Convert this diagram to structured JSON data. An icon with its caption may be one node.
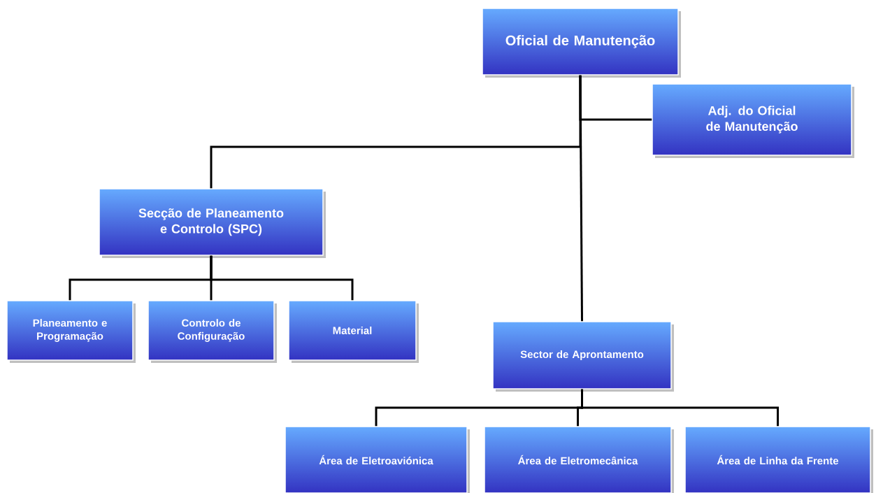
{
  "diagram": {
    "nodes": [
      {
        "text": [
          "Oficial de Manutenção"
        ]
      },
      {
        "text": [
          "Adj. do Oficial de Manutenção"
        ]
      },
      {
        "text": [
          "**Secção de Planeamento e Controlo** (SPC)"
        ]
      },
      {
        "text": [
          "Planeamento e Programação"
        ]
      },
      {
        "text": [
          "Controlo de Configuração"
        ]
      },
      {
        "text": [
          "Material"
        ]
      },
      {
        "text": [
          "Sector de Aprontamento"
        ]
      },
      {
        "text": [
          "Área de Eletroaviónica"
        ]
      },
      {
        "text": [
          "Área de Eletromecânica"
        ]
      },
      {
        "text": [
          "Área de Linha da Frente"
        ]
      }
    ],
    "edges": [
      {
        "from": 0,
        "to": 1,
        "arrow": "none"
      },
      {
        "from": 0,
        "to": 2,
        "arrow": "none"
      },
      {
        "from": 0,
        "to": 6,
        "arrow": "none"
      },
      {
        "from": 2,
        "to": 3,
        "arrow": "none"
      },
      {
        "from": 2,
        "to": 4,
        "arrow": "none"
      },
      {
        "from": 2,
        "to": 5,
        "arrow": "none"
      },
      {
        "from": 6,
        "to": 7,
        "arrow": "none"
      },
      {
        "from": 6,
        "to": 8,
        "arrow": "none"
      },
      {
        "from": 6,
        "to": 9,
        "arrow": "none"
      }
    ]
  }
}
